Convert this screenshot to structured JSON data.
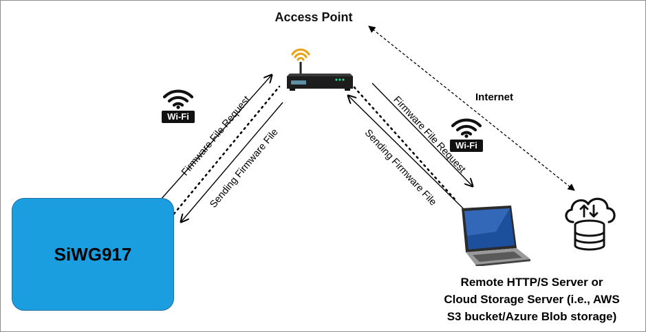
{
  "access_point": {
    "label": "Access Point"
  },
  "device": {
    "label": "SiWG917"
  },
  "server": {
    "label_lines": [
      "Remote HTTP/S Server or",
      "Cloud Storage Server (i.e., AWS",
      "S3 bucket/Azure Blob storage)"
    ]
  },
  "internet": {
    "label": "Internet"
  },
  "left_link": {
    "request_label": "Firmware File Request",
    "response_label": "Sending Firmware File"
  },
  "right_link": {
    "request_label": "Firmware File Request",
    "response_label": "Sending Firmware File"
  },
  "wifi_badge": {
    "text": "Wi-Fi"
  },
  "colors": {
    "device_fill": "#1a9ee0",
    "device_border": "#1c6ea4",
    "wifi_signal": "#e8a317",
    "router_led": "#2fd08a"
  }
}
